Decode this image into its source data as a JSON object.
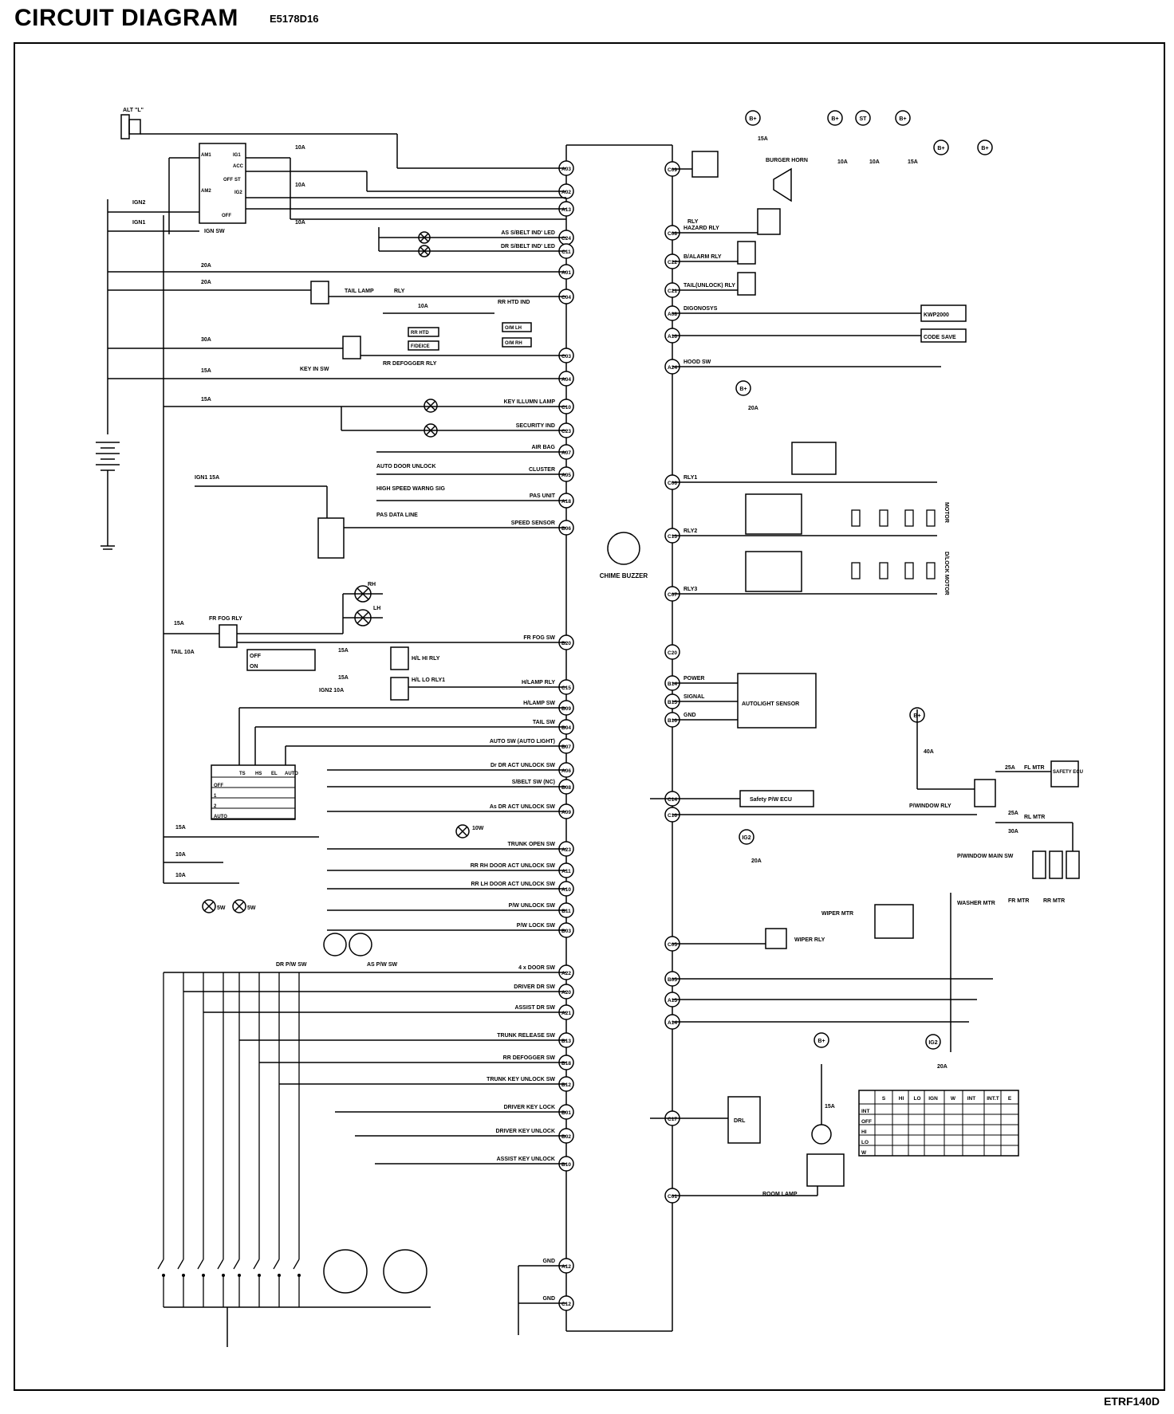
{
  "header": {
    "title": "CIRCUIT DIAGRAM",
    "code": "E5178D16"
  },
  "footer": {
    "code": "ETRF140D"
  },
  "main_module": {
    "label": "CHIME BUZZER"
  },
  "left_pins": [
    {
      "pin": "A03",
      "label": ""
    },
    {
      "pin": "A02",
      "label": ""
    },
    {
      "pin": "A13",
      "label": ""
    },
    {
      "pin": "C24",
      "label": "AS S/BELT IND' LED"
    },
    {
      "pin": "C11",
      "label": "DR S/BELT IND' LED"
    },
    {
      "pin": "A01",
      "label": ""
    },
    {
      "pin": "C04",
      "label": ""
    },
    {
      "pin": "C03",
      "label": ""
    },
    {
      "pin": "A04",
      "label": ""
    },
    {
      "pin": "C10",
      "label": "KEY ILLUMN LAMP"
    },
    {
      "pin": "C23",
      "label": "SECURITY IND"
    },
    {
      "pin": "A07",
      "label": "AIR BAG"
    },
    {
      "pin": "A05",
      "label": "CLUSTER"
    },
    {
      "pin": "A18",
      "label": "PAS UNIT"
    },
    {
      "pin": "B06",
      "label": "SPEED SENSOR"
    },
    {
      "pin": "B20",
      "label": "FR FOG SW"
    },
    {
      "pin": "C15",
      "label": "H/LAMP RLY"
    },
    {
      "pin": "B09",
      "label": "H/LAMP SW"
    },
    {
      "pin": "B04",
      "label": "TAIL SW"
    },
    {
      "pin": "B07",
      "label": "AUTO SW (AUTO LIGHT)"
    },
    {
      "pin": "A06",
      "label": "Dr DR ACT UNLOCK SW"
    },
    {
      "pin": "B08",
      "label": "S/BELT SW (NC)"
    },
    {
      "pin": "A09",
      "label": "As DR ACT UNLOCK SW"
    },
    {
      "pin": "A23",
      "label": "TRUNK OPEN SW"
    },
    {
      "pin": "A11",
      "label": "RR RH DOOR ACT UNLOCK SW"
    },
    {
      "pin": "A10",
      "label": "RR LH DOOR ACT UNLOCK SW"
    },
    {
      "pin": "B11",
      "label": "P/W UNLOCK SW"
    },
    {
      "pin": "B03",
      "label": "P/W LOCK SW"
    },
    {
      "pin": "A22",
      "label": "4 x DOOR SW"
    },
    {
      "pin": "A20",
      "label": "DRIVER DR SW"
    },
    {
      "pin": "A21",
      "label": "ASSIST DR SW"
    },
    {
      "pin": "B13",
      "label": "TRUNK RELEASE SW"
    },
    {
      "pin": "B18",
      "label": "RR DEFOGGER SW"
    },
    {
      "pin": "B12",
      "label": "TRUNK KEY UNLOCK SW"
    },
    {
      "pin": "B01",
      "label": "DRIVER KEY LOCK"
    },
    {
      "pin": "B02",
      "label": "DRIVER KEY UNLOCK"
    },
    {
      "pin": "B10",
      "label": "ASSIST KEY UNLOCK"
    },
    {
      "pin": "A12",
      "label": "GND"
    },
    {
      "pin": "C12",
      "label": "GND"
    }
  ],
  "right_pins": [
    {
      "pin": "C09",
      "label": ""
    },
    {
      "pin": "C08",
      "label": "HAZARD RLY"
    },
    {
      "pin": "C22",
      "label": "B/ALARM RLY"
    },
    {
      "pin": "C21",
      "label": "TAIL(UNLOCK) RLY"
    },
    {
      "pin": "A08",
      "label": "DIGONOSYS"
    },
    {
      "pin": "A16",
      "label": ""
    },
    {
      "pin": "A24",
      "label": "HOOD SW"
    },
    {
      "pin": "C06",
      "label": "RLY1"
    },
    {
      "pin": "C13",
      "label": "RLY2"
    },
    {
      "pin": "C07",
      "label": "RLY3"
    },
    {
      "pin": "C20",
      "label": ""
    },
    {
      "pin": "B14",
      "label": "POWER"
    },
    {
      "pin": "B15",
      "label": "SIGNAL"
    },
    {
      "pin": "B16",
      "label": "GND"
    },
    {
      "pin": "C14",
      "label": ""
    },
    {
      "pin": "C16",
      "label": ""
    },
    {
      "pin": "C05",
      "label": ""
    },
    {
      "pin": "B05",
      "label": ""
    },
    {
      "pin": "A15",
      "label": ""
    },
    {
      "pin": "A14",
      "label": ""
    },
    {
      "pin": "C17",
      "label": ""
    },
    {
      "pin": "C01",
      "label": ""
    }
  ],
  "components": {
    "alt_l": "ALT \"L\"",
    "ign_sw": "IGN SW",
    "ign_positions": [
      "AM1",
      "AM2",
      "IG1",
      "ACC",
      "OFF",
      "ST",
      "IG2",
      "OFF"
    ],
    "ign1": "IGN1",
    "ign2": "IGN2",
    "tail_lamp_rly": "TAIL LAMP",
    "rly": "RLY",
    "rr_htd_ind": "RR HTD IND",
    "rr_htd": "RR HTD",
    "f_deice": "F/DEICE",
    "om_lh": "O/M LH",
    "om_rh": "O/M RH",
    "rr_defogger_rly": "RR DEFOGGER RLY",
    "key_in_sw": "KEY IN SW",
    "auto_door_unlock": "AUTO DOOR UNLOCK",
    "high_speed_warng": "HIGH SPEED WARNG SIG",
    "pas_data_line": "PAS DATA LINE",
    "ign1_15a": "IGN1 15A",
    "fr_fog_rly": "FR FOG RLY",
    "fog_rh": "RH",
    "fog_lh": "LH",
    "tail_10a": "TAIL 10A",
    "off": "OFF",
    "on": "ON",
    "hl_hi_rly": "H/L HI RLY",
    "hl_lo_rly": "H/L LO RLY1",
    "ign2_10a": "IGN2 10A",
    "light_sw_cols": [
      "TS",
      "HS",
      "EL",
      "AUTO"
    ],
    "light_sw_rows": [
      "OFF",
      "1",
      "2",
      "AUTO"
    ],
    "bulb_10w": "10W",
    "sw5_a": "5W",
    "sw5_b": "5W",
    "dr_pw_sw": "DR P/W SW",
    "as_pw_sw": "AS P/W SW",
    "burger_horn": "BURGER HORN",
    "kwp2000": "KWP2000",
    "code_save": "CODE SAVE",
    "b_plus": "B+",
    "st": "ST",
    "ig2": "IG2",
    "motor": "MOTOR",
    "dlock_motor": "D/LOCK MOTOR",
    "autolight_sensor": "AUTOLIGHT SENSOR",
    "safety_pw_ecu": "Safety P/W ECU",
    "safety_ecu": "SAFETY ECU",
    "fl_mtr": "FL MTR",
    "rl_mtr": "RL MTR",
    "fr_mtr": "FR MTR",
    "rr_mtr": "RR MTR",
    "pwindow_rly": "P/WINDOW RLY",
    "pwindow_main_sw": "P/WINDOW MAIN SW",
    "wiper_mtr": "WIPER MTR",
    "wiper_rly": "WIPER RLY",
    "washer_mtr": "WASHER MTR",
    "wiper_sw_cols": [
      "S",
      "HI",
      "LO",
      "IGN",
      "W",
      "INT",
      "INT.T",
      "E"
    ],
    "wiper_sw_rows": [
      "INT",
      "OFF",
      "HI",
      "LO",
      "W"
    ],
    "drl": "DRL",
    "room_lamp": "ROOM LAMP"
  },
  "fuses": {
    "f10a_1": "10A",
    "f10a_2": "10A",
    "f10a_3": "10A",
    "f20a_1": "20A",
    "f20a_2": "20A",
    "f10a_4": "10A",
    "f30a": "30A",
    "f15a_1": "15A",
    "f15a_2": "15A",
    "f15a_fog": "15A",
    "f15a_hi": "15A",
    "f15a_lo": "15A",
    "f15a_l1": "15A",
    "f10a_l2": "10A",
    "f10a_l3": "10A",
    "f15a_horn": "15A",
    "f10a_st": "10A",
    "f10a_b2": "10A",
    "f15a_b3": "15A",
    "f20a_rly": "20A",
    "f40a": "40A",
    "f25a_fl": "25A",
    "f25a_rl": "25A",
    "f30a_pw": "30A",
    "f20a_wiper": "20A",
    "f20a_ig2": "20A",
    "f15a_room": "15A"
  }
}
